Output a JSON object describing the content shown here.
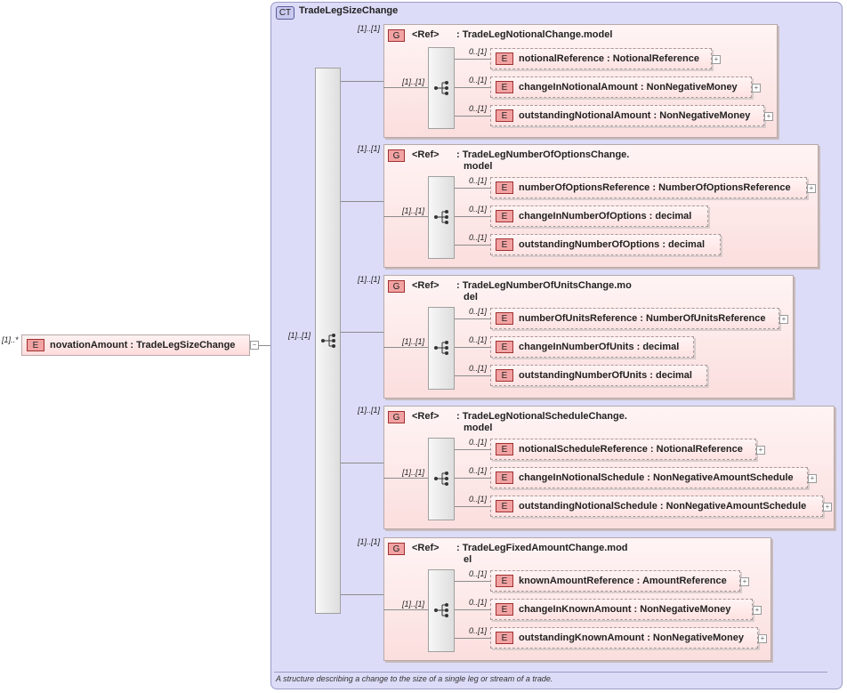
{
  "root": {
    "occurrence": "[1]..*",
    "badge": "E",
    "label": "novationAmount : TradeLegSizeChange",
    "collapse_symbol": "−"
  },
  "complex_type": {
    "badge": "CT",
    "name": "TradeLegSizeChange",
    "description": "A structure describing a change to the size of a single leg or stream of a trade.",
    "sequence_occurrence": "[1]..[1]"
  },
  "groups": [
    {
      "occurrence": "[1]..[1]",
      "badge": "G",
      "ref": "<Ref>",
      "title_line1": ": TradeLegNotionalChange.model",
      "title_line2": "",
      "sequence_occurrence": "[1]..[1]",
      "elements": [
        {
          "occurrence": "0..[1]",
          "badge": "E",
          "label": "notionalReference : NotionalReference",
          "expandable": true
        },
        {
          "occurrence": "0..[1]",
          "badge": "E",
          "label": "changeInNotionalAmount : NonNegativeMoney",
          "expandable": true
        },
        {
          "occurrence": "0..[1]",
          "badge": "E",
          "label": "outstandingNotionalAmount : NonNegativeMoney",
          "expandable": true
        }
      ]
    },
    {
      "occurrence": "[1]..[1]",
      "badge": "G",
      "ref": "<Ref>",
      "title_line1": ": TradeLegNumberOfOptionsChange.",
      "title_line2": "model",
      "sequence_occurrence": "[1]..[1]",
      "elements": [
        {
          "occurrence": "0..[1]",
          "badge": "E",
          "label": "numberOfOptionsReference : NumberOfOptionsReference",
          "expandable": true
        },
        {
          "occurrence": "0..[1]",
          "badge": "E",
          "label": "changeInNumberOfOptions : decimal",
          "expandable": false
        },
        {
          "occurrence": "0..[1]",
          "badge": "E",
          "label": "outstandingNumberOfOptions : decimal",
          "expandable": false
        }
      ]
    },
    {
      "occurrence": "[1]..[1]",
      "badge": "G",
      "ref": "<Ref>",
      "title_line1": ": TradeLegNumberOfUnitsChange.mo",
      "title_line2": "del",
      "sequence_occurrence": "[1]..[1]",
      "elements": [
        {
          "occurrence": "0..[1]",
          "badge": "E",
          "label": "numberOfUnitsReference : NumberOfUnitsReference",
          "expandable": true
        },
        {
          "occurrence": "0..[1]",
          "badge": "E",
          "label": "changeInNumberOfUnits : decimal",
          "expandable": false
        },
        {
          "occurrence": "0..[1]",
          "badge": "E",
          "label": "outstandingNumberOfUnits : decimal",
          "expandable": false
        }
      ]
    },
    {
      "occurrence": "[1]..[1]",
      "badge": "G",
      "ref": "<Ref>",
      "title_line1": ": TradeLegNotionalScheduleChange.",
      "title_line2": "model",
      "sequence_occurrence": "[1]..[1]",
      "elements": [
        {
          "occurrence": "0..[1]",
          "badge": "E",
          "label": "notionalScheduleReference : NotionalReference",
          "expandable": true
        },
        {
          "occurrence": "0..[1]",
          "badge": "E",
          "label": "changeInNotionalSchedule : NonNegativeAmountSchedule",
          "expandable": true
        },
        {
          "occurrence": "0..[1]",
          "badge": "E",
          "label": "outstandingNotionalSchedule : NonNegativeAmountSchedule",
          "expandable": true
        }
      ]
    },
    {
      "occurrence": "[1]..[1]",
      "badge": "G",
      "ref": "<Ref>",
      "title_line1": ": TradeLegFixedAmountChange.mod",
      "title_line2": "el",
      "sequence_occurrence": "[1]..[1]",
      "elements": [
        {
          "occurrence": "0..[1]",
          "badge": "E",
          "label": "knownAmountReference : AmountReference",
          "expandable": true
        },
        {
          "occurrence": "0..[1]",
          "badge": "E",
          "label": "changeInKnownAmount : NonNegativeMoney",
          "expandable": true
        },
        {
          "occurrence": "0..[1]",
          "badge": "E",
          "label": "outstandingKnownAmount : NonNegativeMoney",
          "expandable": true
        }
      ]
    }
  ],
  "colors": {
    "complex_type_bg": "#dcdcf8",
    "element_bg": "#ffdcdc",
    "badge_fill": "#f2a2a2"
  }
}
